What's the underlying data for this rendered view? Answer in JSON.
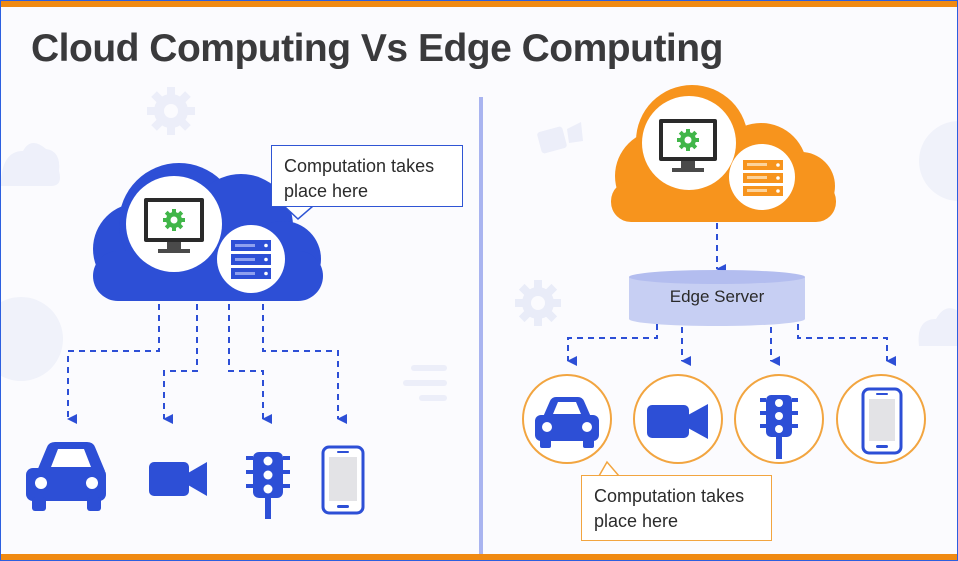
{
  "title": "Cloud Computing Vs Edge Computing",
  "cloud_side": {
    "callout": "Computation takes place here",
    "cloud_color": "#2d4fd6",
    "devices": [
      "car-icon",
      "video-camera-icon",
      "traffic-light-icon",
      "smartphone-icon"
    ]
  },
  "edge_side": {
    "server_label": "Edge Server",
    "callout": "Computation takes place here",
    "cloud_color": "#f7941d",
    "devices": [
      "car-icon",
      "video-camera-icon",
      "traffic-light-icon",
      "smartphone-icon"
    ]
  },
  "colors": {
    "accent_blue": "#2d4fd6",
    "accent_orange": "#f7941d",
    "divider": "#a9b4f0",
    "edge_server_fill": "#c7cff3"
  }
}
